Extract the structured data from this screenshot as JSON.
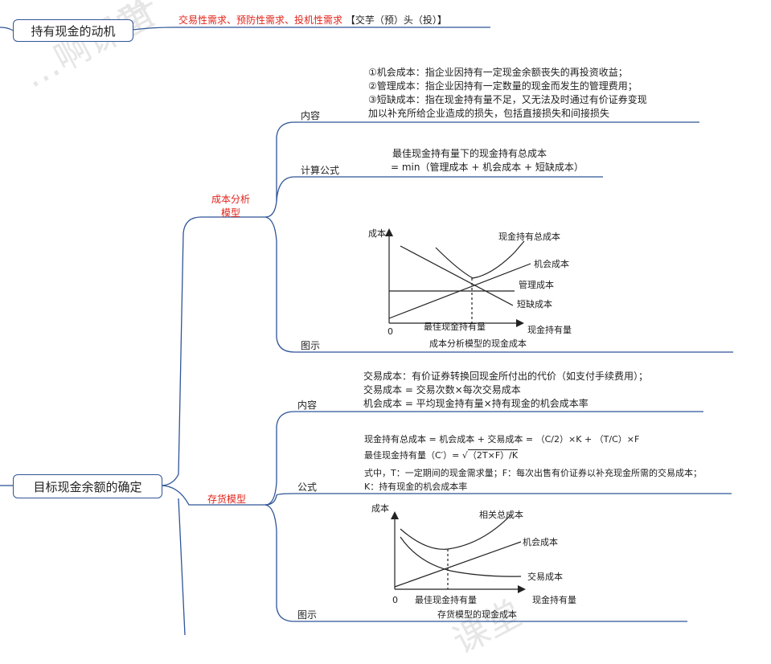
{
  "watermark": {
    "top": "…啊课堂",
    "top_right": "叶",
    "bottom": "课堂"
  },
  "motive": {
    "title": "持有现金的动机",
    "detail_red": "交易性需求、预防性需求、投机性需求",
    "detail_black": "【交芋（预）头（投）】"
  },
  "target": {
    "title": "目标现金余额的确定"
  },
  "cost_model": {
    "title_line1": "成本分析",
    "title_line2": "模型",
    "content_label": "内容",
    "content_lines": [
      "①机会成本：指企业因持有一定现金余额丧失的再投资收益；",
      "②管理成本：指企业因持有一定数量的现金而发生的管理费用；",
      "③短缺成本：指在现金持有量不足，又无法及时通过有价证券变现",
      "加以补充所给企业造成的损失，包括直接损失和间接损失"
    ],
    "formula_label": "计算公式",
    "formula_lines": [
      "最佳现金持有量下的现金持有总成本",
      "= min（管理成本 + 机会成本 + 短缺成本）"
    ],
    "figure_label": "图示",
    "figure": {
      "y_axis": "成本",
      "x_axis": "现金持有量",
      "origin": "0",
      "optimal": "最佳现金持有量",
      "caption": "成本分析模型的现金成本",
      "series": [
        "现金持有总成本",
        "机会成本",
        "管理成本",
        "短缺成本"
      ]
    }
  },
  "inventory_model": {
    "title": "存货模型",
    "content_label": "内容",
    "content_lines": [
      "交易成本：有价证券转换回现金所付出的代价（如支付手续费用）；",
      "交易成本 = 交易次数×每次交易成本",
      "机会成本 = 平均现金持有量×持有现金的机会成本率"
    ],
    "formula_label": "公式",
    "formula_line1": "现金持有总成本 = 机会成本 + 交易成本 = （C/2）×K + （T/C）×F",
    "formula_line2_prefix": "最佳现金持有量（C′）=",
    "formula_line2_radicand": "（2T×F）/K",
    "formula_note_lines": [
      "式中，T：一定期间的现金需求量；F：每次出售有价证券以补充现金所需的交易成本；",
      "K：持有现金的机会成本率"
    ],
    "figure_label": "图示",
    "figure": {
      "y_axis": "成本",
      "x_axis": "现金持有量",
      "origin": "0",
      "optimal": "最佳现金持有量",
      "caption": "存货模型的现金成本",
      "series": [
        "相关总成本",
        "机会成本",
        "交易成本"
      ]
    }
  },
  "colors": {
    "line": "#2f5597",
    "accent": "#e2231a",
    "text": "#222222"
  }
}
